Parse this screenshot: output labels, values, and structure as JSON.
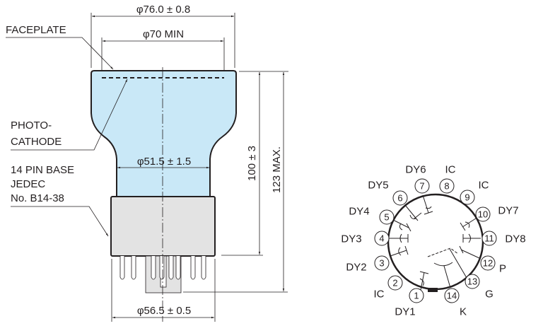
{
  "colors": {
    "tube_fill": "#c9e8f7",
    "base_fill": "#e3e3e3",
    "line": "#231f20"
  },
  "labels": {
    "faceplate": "FACEPLATE",
    "photocathode_1": "PHOTO-",
    "photocathode_2": "CATHODE",
    "base_1": "14 PIN BASE",
    "base_2": "JEDEC",
    "base_3": "No. B14-38"
  },
  "dimensions": {
    "outer_diameter": "φ76.0 ± 0.8",
    "effective_diameter": "φ70 MIN",
    "neck_diameter": "φ51.5 ± 1.5",
    "base_diameter": "φ56.5 ± 0.5",
    "seated_length": "100 ± 3",
    "overall_length": "123 MAX."
  },
  "pins": [
    {
      "num": "1",
      "label": "DY1"
    },
    {
      "num": "2",
      "label": "IC"
    },
    {
      "num": "3",
      "label": "DY2"
    },
    {
      "num": "4",
      "label": "DY3"
    },
    {
      "num": "5",
      "label": "DY4"
    },
    {
      "num": "6",
      "label": "DY5"
    },
    {
      "num": "7",
      "label": "DY6"
    },
    {
      "num": "8",
      "label": "IC"
    },
    {
      "num": "9",
      "label": "IC"
    },
    {
      "num": "10",
      "label": "DY7"
    },
    {
      "num": "11",
      "label": "DY8"
    },
    {
      "num": "12",
      "label": "P"
    },
    {
      "num": "13",
      "label": "G"
    },
    {
      "num": "14",
      "label": "K"
    }
  ]
}
